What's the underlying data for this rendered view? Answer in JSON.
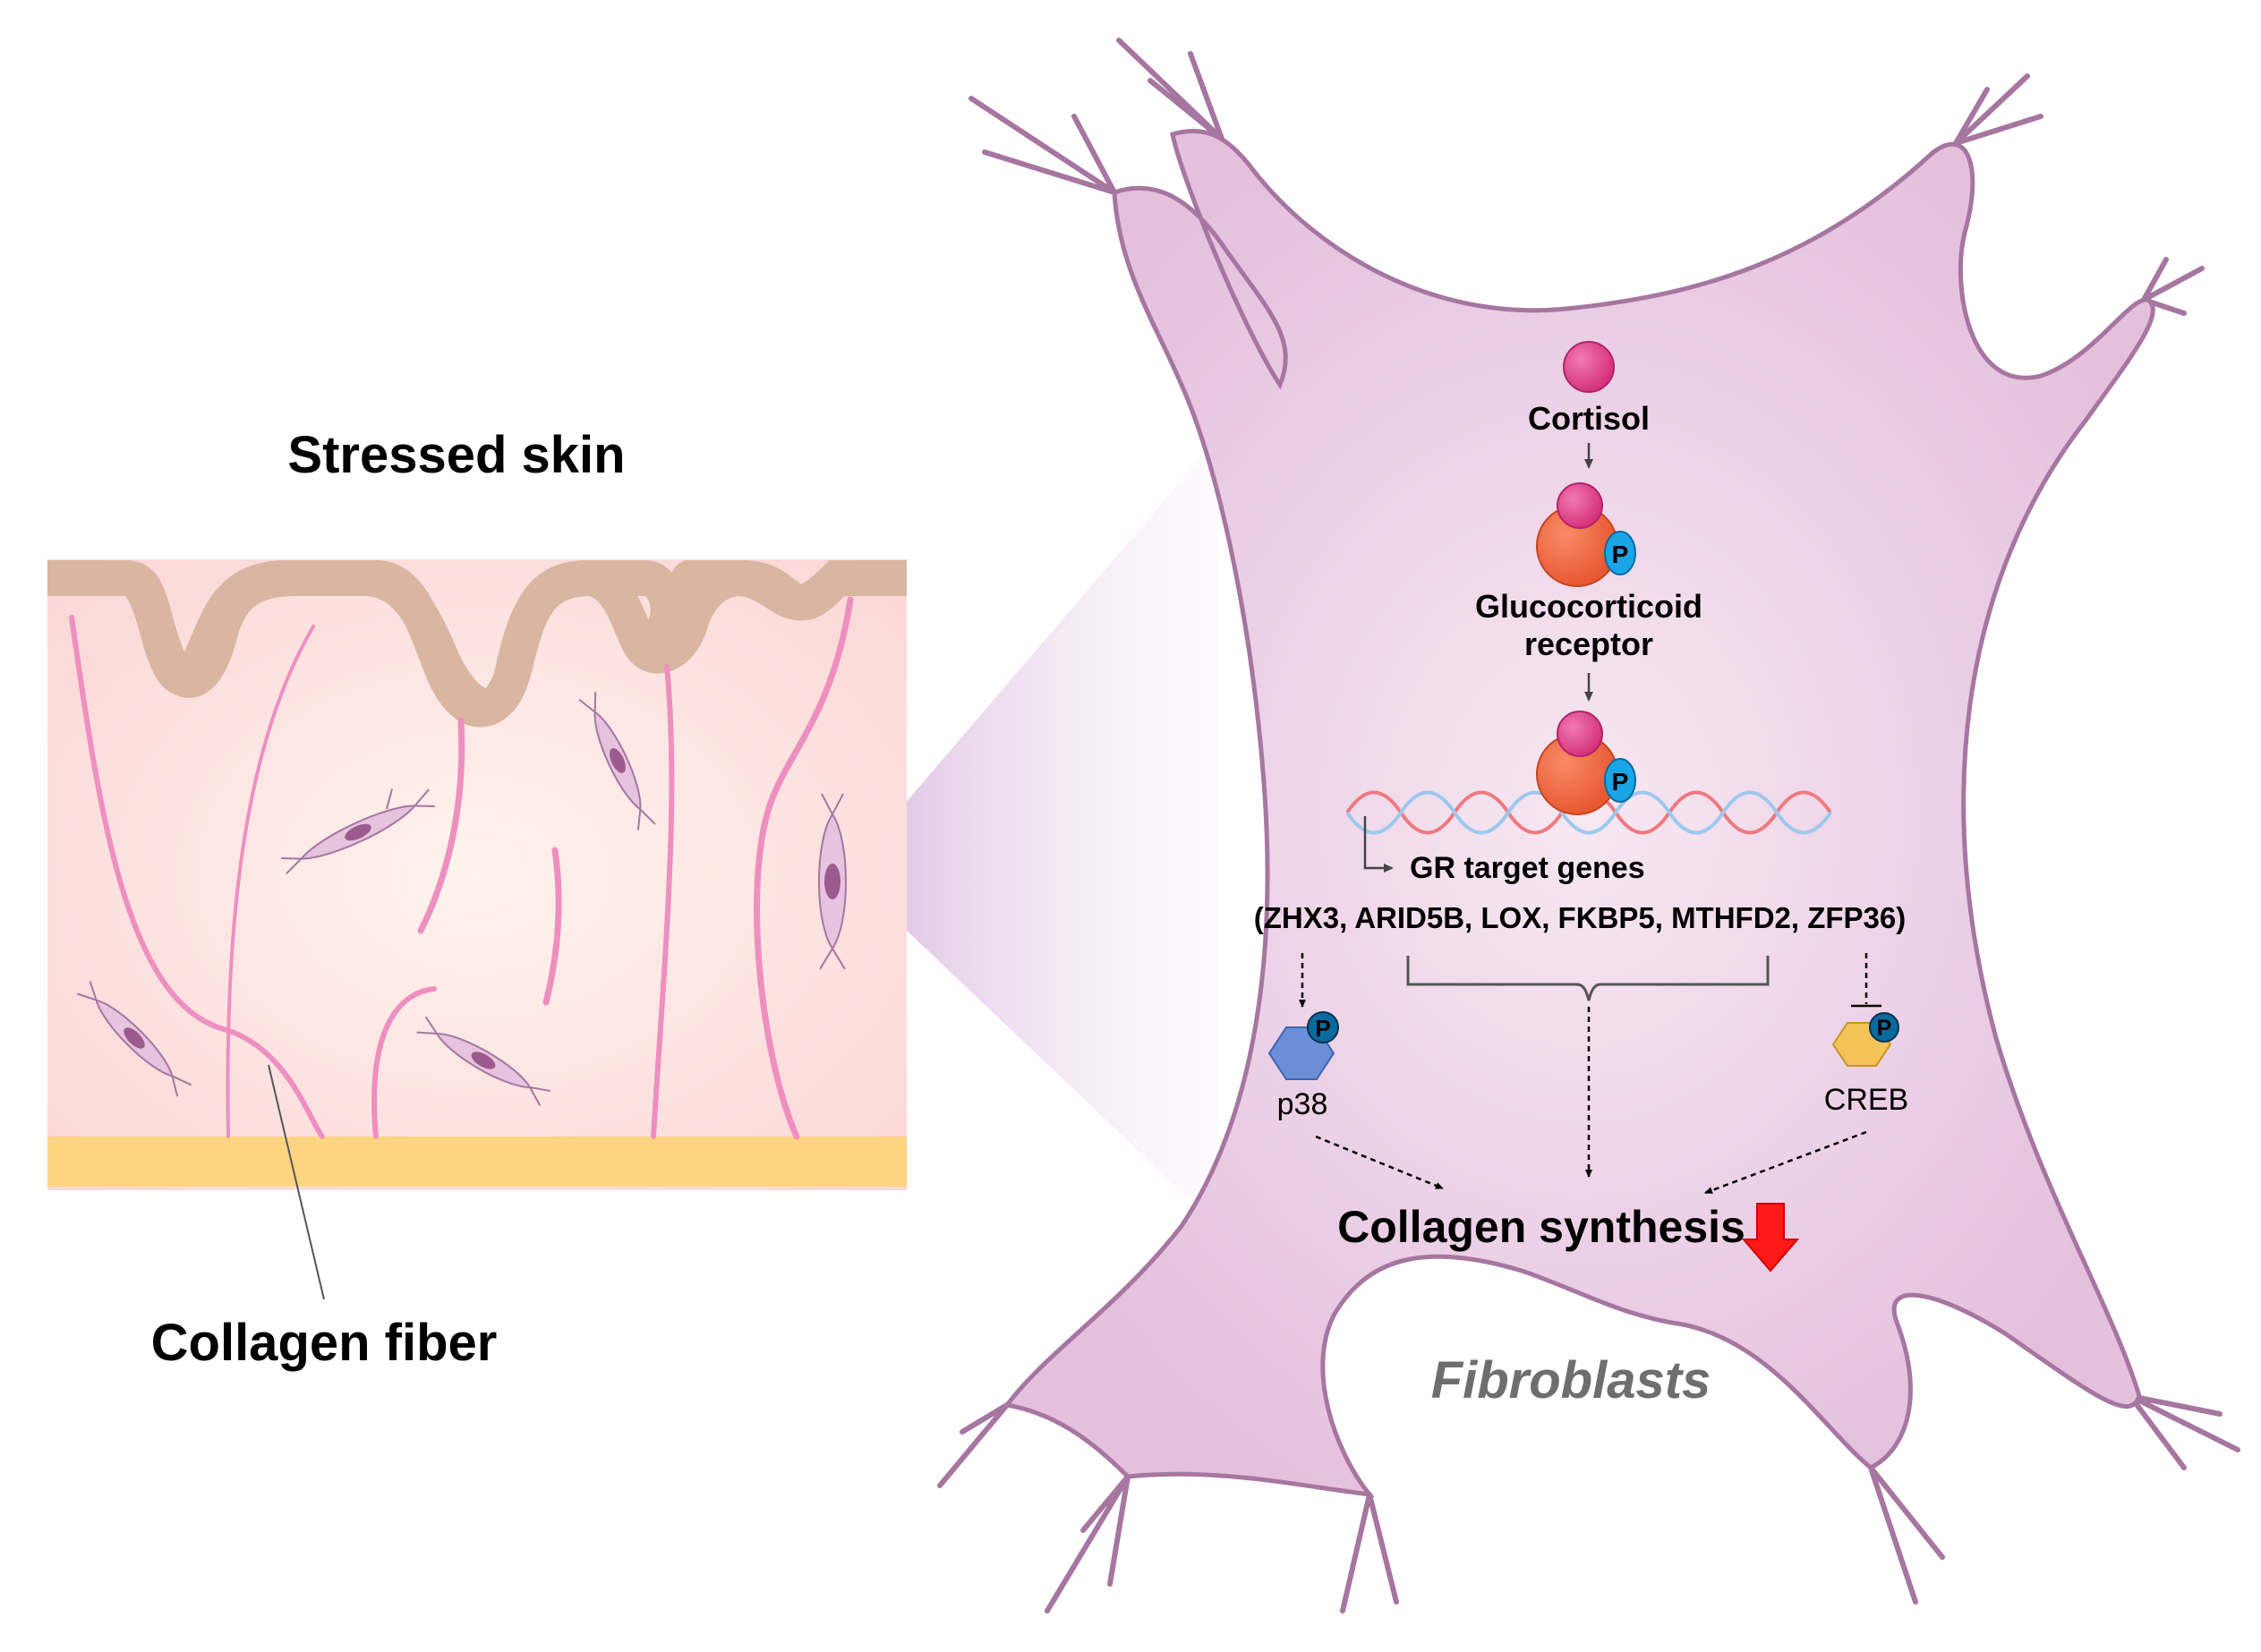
{
  "skin": {
    "title": "Stressed skin",
    "fiber_label": "Collagen fiber"
  },
  "cell": {
    "cell_label": "Fibroblasts",
    "cortisol": "Cortisol",
    "receptor_line1": "Glucocorticoid",
    "receptor_line2": "receptor",
    "phospho_mark": "P",
    "target_genes": "GR target genes",
    "gene_list": "(ZHX3, ARID5B, LOX, FKBP5, MTHFD2, ZFP36)",
    "p38": "p38",
    "creb": "CREB",
    "outcome": "Collagen synthesis"
  },
  "colors": {
    "cell_fill": "#e6c3df",
    "cell_stroke": "#a676a0",
    "cortisol": "#e2488f",
    "receptor": "#ee6642",
    "phospho": "#1aa6e6",
    "p38": "#6b8ed6",
    "creb": "#f2c45a",
    "down_arrow": "#ff0000",
    "skin_surface": "#d9b6a2",
    "skin_base": "#fdd582",
    "fiber": "#ee8fc0"
  }
}
